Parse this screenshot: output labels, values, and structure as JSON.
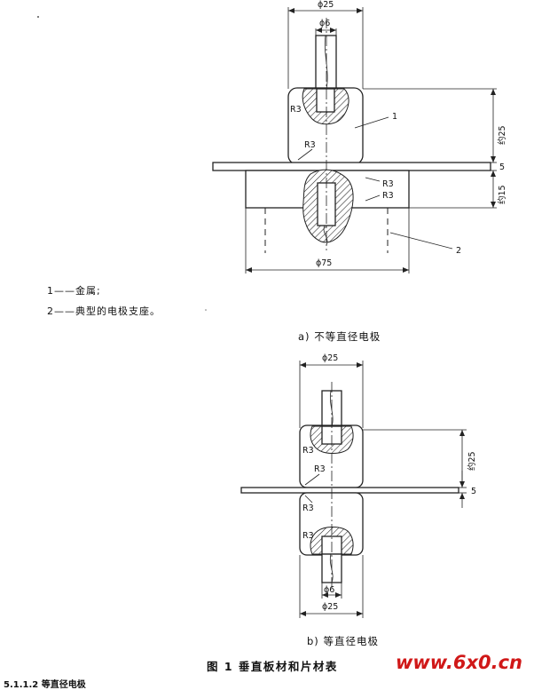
{
  "figure": {
    "legend": [
      {
        "num": "1",
        "text": "金属;"
      },
      {
        "num": "2",
        "text": "典型的电极支座。"
      }
    ],
    "caption_a": "a)  不等直径电极",
    "caption_b": "b)  等直径电极",
    "title": "图 1   垂直板材和片材表",
    "watermark": "www.6x0.cn",
    "section_fragment": "5.1.1.2   等直径电极"
  },
  "dimensions": {
    "a": {
      "top_width": "ϕ25",
      "rod": "ϕ6",
      "radius_1": "R3",
      "radius_2": "R3",
      "radius_3": "R3",
      "radius_4": "R3",
      "height_upper": "约25",
      "thickness": "5",
      "height_lower": "约15",
      "bottom_width": "ϕ75",
      "callout_1": "1",
      "callout_2": "2"
    },
    "b": {
      "top_width": "ϕ25",
      "radius_1": "R3",
      "radius_2": "R3",
      "radius_3": "R3",
      "radius_4": "R3",
      "height": "约25",
      "thickness": "5",
      "rod": "ϕ6",
      "bottom_width": "ϕ25"
    }
  }
}
